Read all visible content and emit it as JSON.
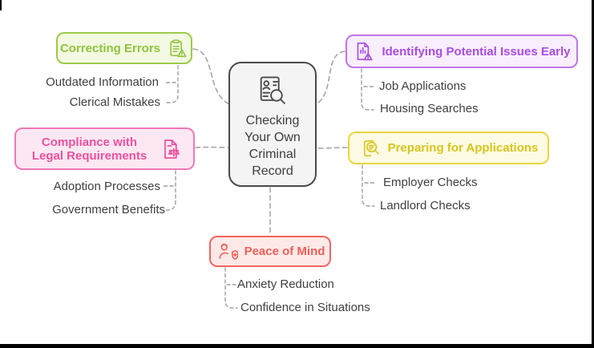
{
  "frame": {
    "border_color": "#000000",
    "background": "#ffffff"
  },
  "connectors": {
    "color": "#a6a6a6",
    "style": "dashed"
  },
  "center_node": {
    "label": "Checking Your Own Criminal Record",
    "icon": "profile-search-icon",
    "fill": "#f4f4f4",
    "border_color": "#4a4a4a",
    "text_color": "#3d3d3d"
  },
  "branches": [
    {
      "label": "Correcting Errors",
      "icon": "clipboard-alert-icon",
      "text_color": "#8fc43c",
      "border_color": "#9ccb4a",
      "fill": "#f3f9e2",
      "children": [
        "Outdated Information",
        "Clerical Mistakes"
      ]
    },
    {
      "label": "Compliance with Legal Requirements",
      "icon": "document-scales-icon",
      "text_color": "#ee509e",
      "border_color": "#f277b8",
      "fill": "#fce8f3",
      "children": [
        "Adoption Processes",
        "Government Benefits"
      ]
    },
    {
      "label": "Identifying Potential Issues Early",
      "icon": "document-chart-alert-icon",
      "text_color": "#aa4ce2",
      "border_color": "#bf76e9",
      "fill": "#f8eefc",
      "children": [
        "Job Applications",
        "Housing Searches"
      ]
    },
    {
      "label": "Preparing for Applications",
      "icon": "document-search-icon",
      "text_color": "#d8c51c",
      "border_color": "#e8d73e",
      "fill": "#fdfbe3",
      "children": [
        "Employer Checks",
        "Landlord Checks"
      ]
    },
    {
      "label": "Peace of Mind",
      "icon": "person-shield-plus-icon",
      "text_color": "#f05f58",
      "border_color": "#f0655e",
      "fill": "#fdeae8",
      "children": [
        "Anxiety Reduction",
        "Confidence in Situations"
      ]
    }
  ],
  "sub_item_color": "#3f3f3f"
}
